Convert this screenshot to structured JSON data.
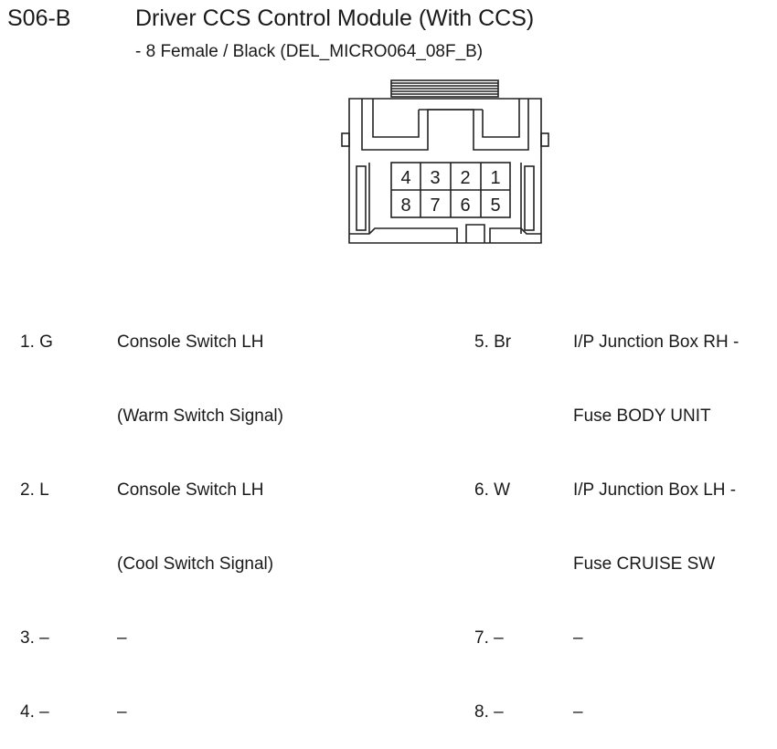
{
  "header": {
    "code": "S06-B",
    "title": "Driver CCS Control Module (With CCS)",
    "subtitle": "- 8 Female / Black (DEL_MICRO064_08F_B)"
  },
  "connector": {
    "top_row": [
      "4",
      "3",
      "2",
      "1"
    ],
    "bottom_row": [
      "8",
      "7",
      "6",
      "5"
    ]
  },
  "pins_left": [
    {
      "pin": "1. G",
      "desc": [
        "Console Switch LH",
        "(Warm Switch Signal)"
      ]
    },
    {
      "pin": "2. L",
      "desc": [
        "Console Switch LH",
        "(Cool Switch Signal)"
      ]
    },
    {
      "pin": "3. –",
      "desc": [
        "–"
      ]
    },
    {
      "pin": "4. –",
      "desc": [
        "–"
      ]
    }
  ],
  "pins_right": [
    {
      "pin": "5. Br",
      "desc": [
        "I/P Junction Box RH -",
        "Fuse BODY UNIT"
      ]
    },
    {
      "pin": "6. W",
      "desc": [
        "I/P Junction Box LH -",
        "Fuse CRUISE SW"
      ]
    },
    {
      "pin": "7. –",
      "desc": [
        "–"
      ]
    },
    {
      "pin": "8. –",
      "desc": [
        "–"
      ]
    }
  ]
}
